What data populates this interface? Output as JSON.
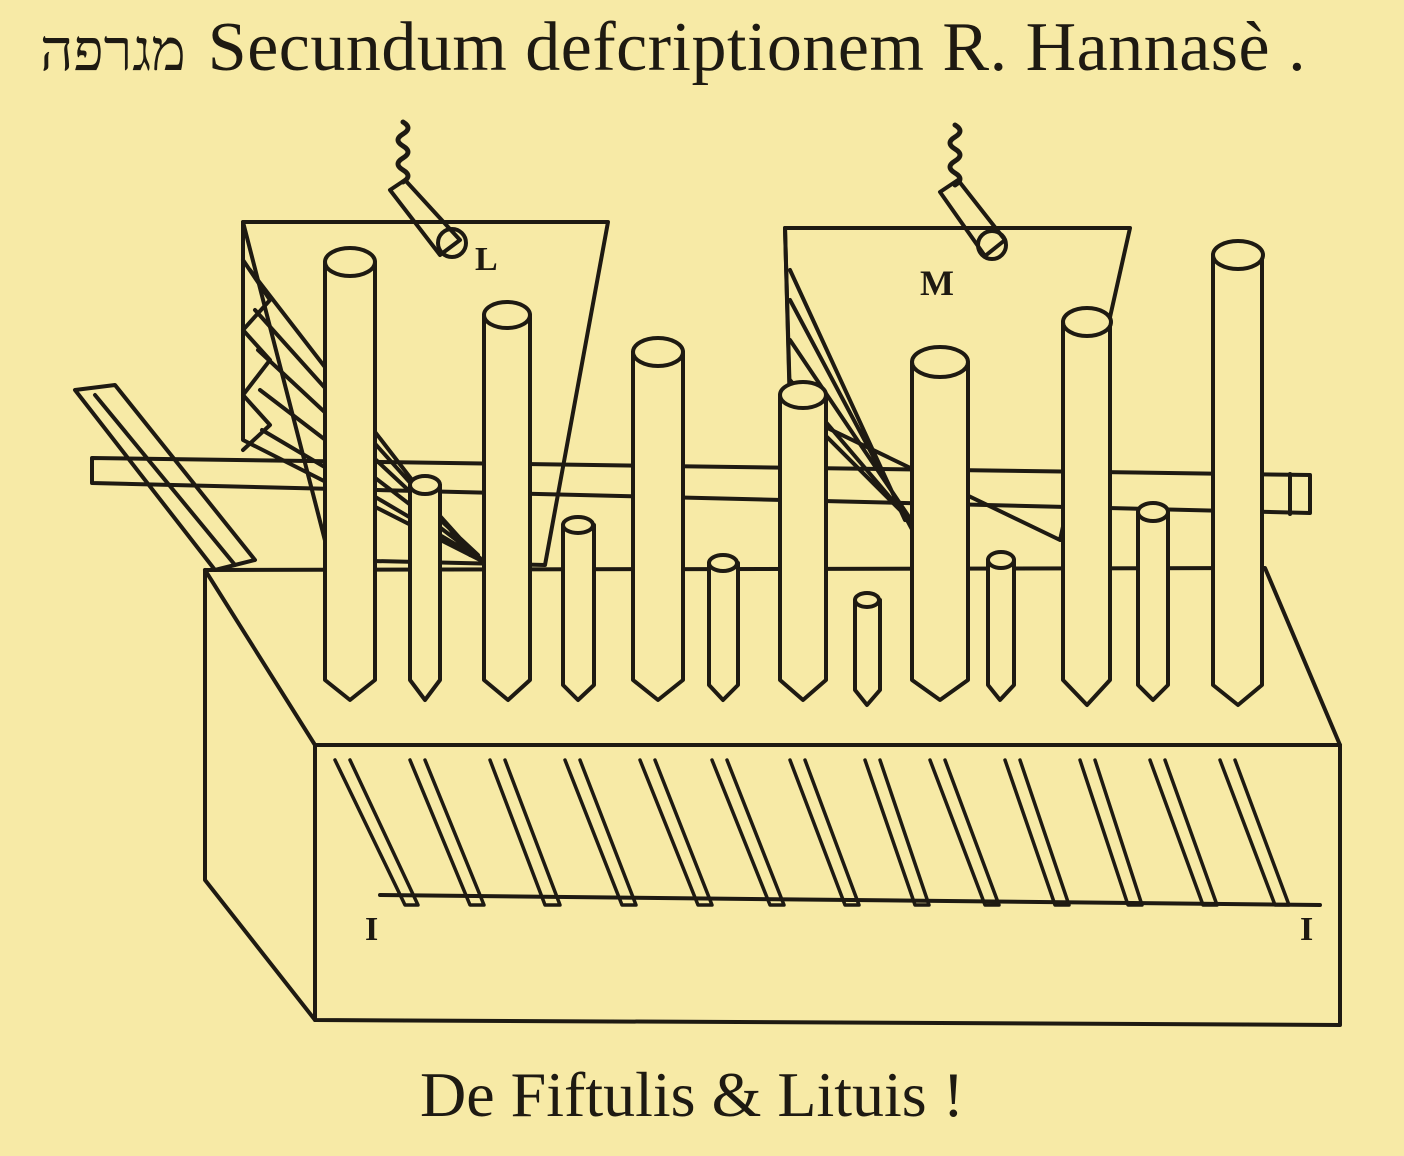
{
  "header": {
    "hebrew_word": "מגרפה",
    "title": "Secundum defcriptionem R. Hannasè ."
  },
  "figure": {
    "labels": {
      "l": "L",
      "m": "M",
      "i_left": "I",
      "i_right": "I"
    }
  },
  "caption": "De Fiftulis & Lituis !",
  "colors": {
    "paper": "#f7eaa6",
    "ink": "#1e1a12"
  }
}
